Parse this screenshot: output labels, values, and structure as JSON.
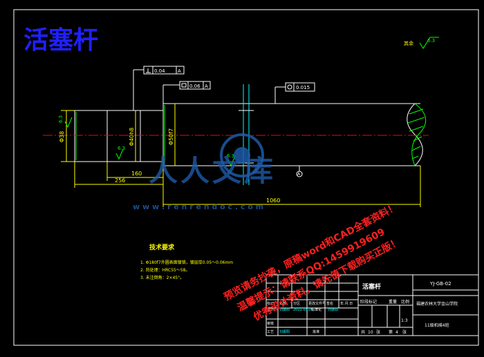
{
  "drawing": {
    "big_title": "活塞杆",
    "roughness_note_label": "其余",
    "roughness_note_value": "6.3",
    "gdt_perp_value": "0.04",
    "gdt_perp_datum": "A",
    "gdt_flat_value": "0.06",
    "gdt_flat_datum": "A",
    "gdt_cyl_value": "0.015",
    "dia_left": "Φ38",
    "dia_mid": "Φ40h8",
    "dia_right": "Φ50f7",
    "rough_left": "6.3",
    "rough_mid": "6.3",
    "rough_right": "6.3",
    "datum_label": "A",
    "dim_160": "160",
    "dim_256": "256",
    "dim_1060": "1060"
  },
  "tech": {
    "heading": "技术要求",
    "lines": [
      "1. Φ180f7外圆表面镀铬，镀层厚0.05～0.06mm",
      "2. 热处理：HRC55～58。",
      "3. 未注倒角：2×45°。"
    ]
  },
  "title_block": {
    "part_name": "活塞杆",
    "drawing_no": "YJ-GB-02",
    "school": "福建农林大学金山学院",
    "labels": {
      "mark": "标记",
      "count": "处数",
      "zone": "分区",
      "doc_no": "更改文件号",
      "sign": "签名",
      "date": "年.月.日",
      "design": "设计",
      "std": "标准化",
      "stage": "阶段标记",
      "weight": "重量",
      "scale": "比例",
      "review": "审核",
      "process": "工艺",
      "approve": "批准"
    },
    "designer": "刘振阳",
    "designer_date": "2011.05.06",
    "process_name": "刘振阳",
    "scale_value": "1:3",
    "sheets_total_label": "共",
    "sheets_total": "10",
    "sheets_unit": "张",
    "sheet_no_label": "第",
    "sheet_no": "4",
    "sheet_no_unit": "张",
    "class_name": "11级机械4班"
  },
  "watermark": {
    "logo_text": "人人文库",
    "site": "w w w . r e n r e n d o c . c o m",
    "line1": "预览请务抄袭，原稿word和CAD全套资料！",
    "line2": "温馨提示：请联系QQ:1459919609",
    "line3": "优秀设计资料，请先值下载购买正版！"
  },
  "colors": {
    "bg": "#000000",
    "outline": "#ffffff",
    "dim": "#ffff00",
    "center": "#ff0000",
    "dia": "#00ffff",
    "green": "#00ff00",
    "title": "#2020ff",
    "watermark_blue": "#1e5aa8",
    "watermark_red": "#ff2020"
  }
}
